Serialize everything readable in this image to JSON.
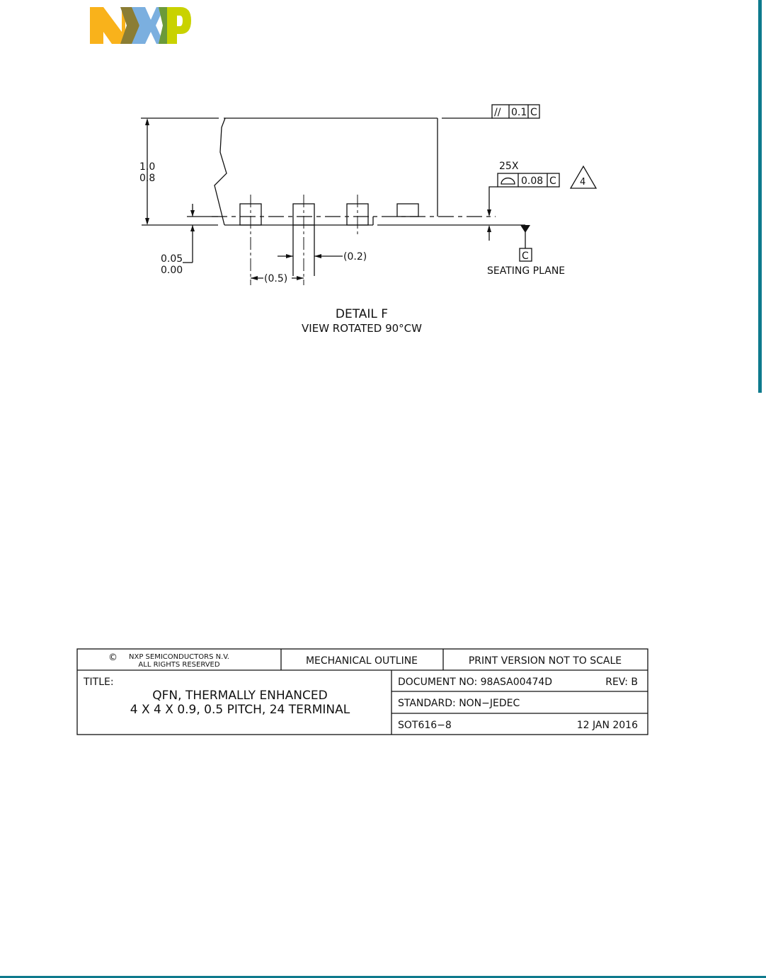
{
  "logo": {
    "text": "NXP",
    "colors": {
      "n": "#f9b21b",
      "x": "#7bafdf",
      "p": "#c9d200",
      "dark_olive": "#8b7d34",
      "dark_green": "#6b9a3a"
    }
  },
  "accent_color": "#0e7a8d",
  "drawing": {
    "height_max": "1.0",
    "height_min": "0.8",
    "standoff_max": "0.05",
    "standoff_min": "0.00",
    "pitch": "(0.5)",
    "width": "(0.2)",
    "parallelism": {
      "symbol": "//",
      "value": "0.1",
      "datum": "C"
    },
    "profile": {
      "count": "25X",
      "value": "0.08",
      "datum": "C",
      "note": "4"
    },
    "datum_label": "C",
    "seating_plane": "SEATING PLANE",
    "detail_title": "DETAIL  F",
    "detail_subtitle": "VIEW  ROTATED  90°CW"
  },
  "title_block": {
    "copyright_symbol": "©",
    "company": "NXP  SEMICONDUCTORS  N.V.",
    "rights": "ALL  RIGHTS  RESERVED",
    "outline": "MECHANICAL  OUTLINE",
    "print_note": "PRINT  VERSION  NOT  TO  SCALE",
    "title_label": "TITLE:",
    "title_line1": "QFN,  THERMALLY  ENHANCED",
    "title_line2": "4  X  4  X  0.9,  0.5  PITCH,  24  TERMINAL",
    "document_no": "DOCUMENT  NO:  98ASA00474D",
    "rev": "REV:   B",
    "standard": "STANDARD:  NON−JEDEC",
    "sot": "SOT616−8",
    "date": "12  JAN  2016"
  }
}
